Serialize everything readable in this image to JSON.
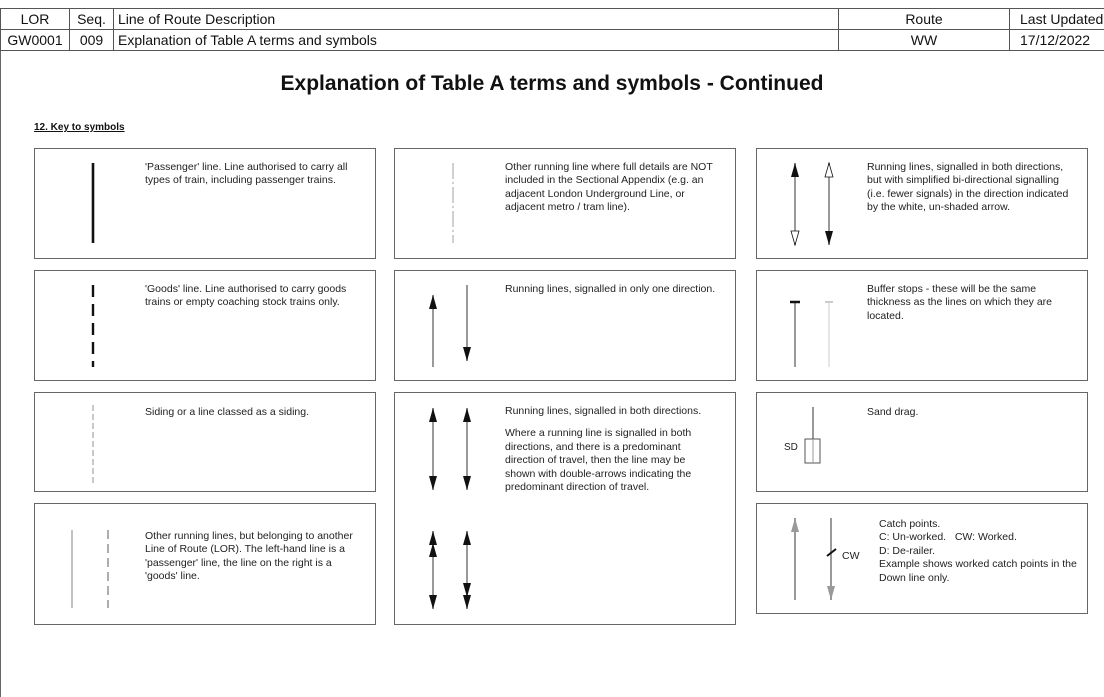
{
  "header": {
    "col_lor": "LOR",
    "col_seq": "Seq.",
    "col_desc": "Line of Route Description",
    "col_route": "Route",
    "col_updated": "Last Updated",
    "lor": "GW0001",
    "seq": "009",
    "desc": "Explanation of Table A terms and symbols",
    "route": "WW",
    "updated": "17/12/2022"
  },
  "title": "Explanation of Table A terms and symbols - Continued",
  "section_heading": "12. Key to symbols",
  "items": {
    "passenger": "'Passenger' line. Line authorised to carry all types of train, including passenger trains.",
    "goods": "'Goods' line. Line authorised to carry goods trains or empty coaching stock trains only.",
    "siding": "Siding or a line classed as a siding.",
    "other_lor": "Other running lines, but belonging to another Line of Route (LOR). The left-hand line is a 'passenger' line, the line on the right is a 'goods' line.",
    "other_running": "Other running line where full details are NOT included in the Sectional Appendix (e.g. an adjacent London Underground Line, or adjacent metro / tram line).",
    "one_direction": "Running lines, signalled in only one direction.",
    "both_directions": "Running lines, signalled in both directions.",
    "both_directions_note": "Where a running line is signalled in both directions, and there is a predominant direction of travel, then the line may be shown with double-arrows indicating the predominant direction of travel.",
    "bidirectional_simplified": "Running lines, signalled in both directions, but with simplified bi-directional signalling (i.e. fewer signals) in the direction indicated by the white, un-shaded arrow.",
    "buffer_stops": "Buffer stops - these will be the same thickness as the lines on which they are located.",
    "sand_drag": "Sand drag.",
    "sand_drag_label": "SD",
    "catch_points_title": "Catch points.",
    "catch_points_codes": "C: Un-worked.   CW: Worked.",
    "catch_points_derailer": "D: De-railer.",
    "catch_points_example": "Example shows worked catch points in the Down line only.",
    "catch_points_label": "CW"
  }
}
